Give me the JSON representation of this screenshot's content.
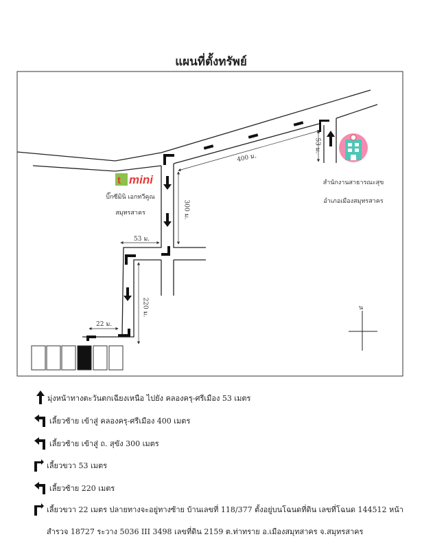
{
  "title": "แผนที่ตั้งทรัพย์",
  "map": {
    "store_logo": "mini",
    "store_name_line1": "บิ๊กซีมินิ เอกทวีคูณ",
    "store_name_line2": "สมุทรสาคร",
    "office_line1": "สำนักงานสาธารณะสุข",
    "office_line2": "อำเภอเมืองสมุทรสาคร",
    "distances": {
      "d53a": "53 ม.",
      "d400": "400 ม.",
      "d300": "300 ม.",
      "d53b": "53 ม.",
      "d220": "220 ม.",
      "d22": "22 ม."
    },
    "north_label": "น"
  },
  "directions": [
    {
      "icon": "arrow-up-icon",
      "text": "มุ่งหน้าทางตะวันตกเฉียงเหนือ  ไปยัง  คลองครุ-ศรีเมือง 53 เมตร"
    },
    {
      "icon": "turn-left-icon",
      "text": "เลี้ยวซ้าย  เข้าสู่  คลองครุ-ศรีเมือง 400 เมตร"
    },
    {
      "icon": "turn-left-icon",
      "text": "เลี้ยวซ้าย  เข้าสู่  ถ. สุขัง 300 เมตร"
    },
    {
      "icon": "turn-right-icon",
      "text": "เลี้ยวขวา 53 เมตร"
    },
    {
      "icon": "turn-left-icon",
      "text": "เลี้ยวซ้าย 220 เมตร"
    },
    {
      "icon": "turn-right-icon",
      "text": "เลี้ยวขวา 22 เมตร  ปลายทางจะอยู่ทางซ้าย  บ้านเลขที่ 118/377 ตั้งอยู่บนโฉนดที่ดิน  เลขที่โฉนด 144512 หน้า"
    }
  ],
  "directions_continuation": "สำรวจ 18727 ระวาง 5036 III 3498 เลขที่ดิน 2159 ต.ท่าทราย อ.เมืองสมุทสาคร จ.สมุทรสาคร"
}
